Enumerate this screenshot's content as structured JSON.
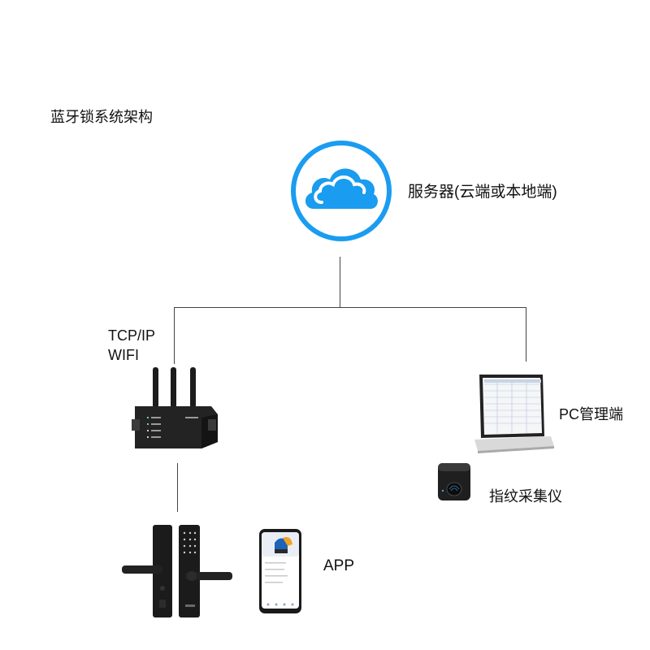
{
  "title": "蓝牙锁系统架构",
  "nodes": {
    "server": {
      "label": "服务器(云端或本地端)",
      "icon": "cloud-icon",
      "color": "#1a9cf0"
    },
    "gateway": {
      "label_line1": "TCP/IP",
      "label_line2": "WIFI",
      "icon": "router-icon"
    },
    "pc": {
      "label": "PC管理端",
      "icon": "laptop-icon"
    },
    "fingerprint": {
      "label": "指纹采集仪",
      "icon": "fingerprint-reader-icon"
    },
    "lock": {
      "icon": "smart-lock-icon"
    },
    "app": {
      "label": "APP",
      "icon": "smartphone-icon"
    }
  }
}
